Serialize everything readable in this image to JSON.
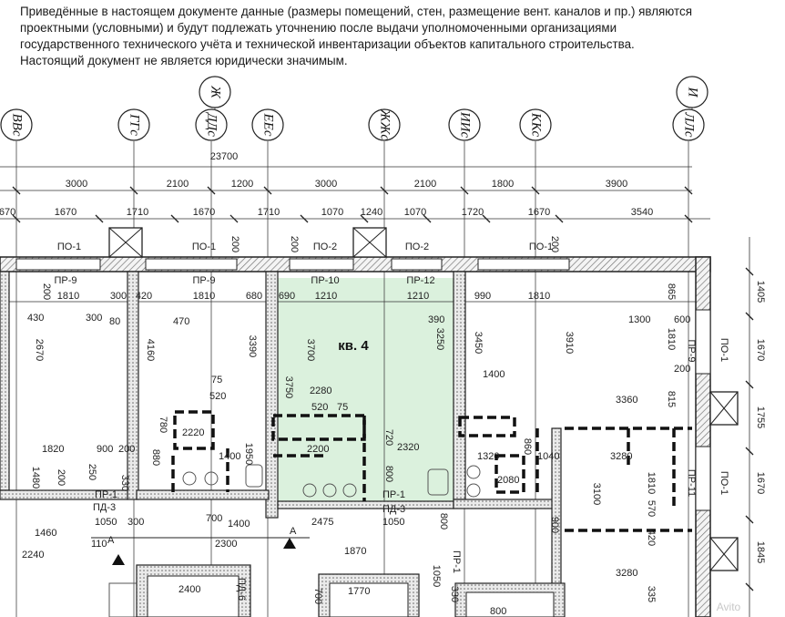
{
  "notice": {
    "lines": [
      "Приведённые в настоящем документе данные (размеры помещений, стен, размещение вент. каналов и пр.) являются",
      "проектными (условными) и будут подлежать уточнению после выдачи уполномоченными организациями",
      "государственного технического учёта и технической инвентаризации объектов капитального строительства.",
      "Настоящий документ не является юридически значимым."
    ]
  },
  "apartment_label": "кв. 4",
  "watermark": "Avito",
  "axes": {
    "top_labels": [
      "ВВс",
      "ГГс",
      "ДДс",
      "ЕЕс",
      "ЖЖс",
      "ИИс",
      "ККс",
      "ЛЛс"
    ],
    "circle_labels": [
      "Ж",
      "И"
    ]
  },
  "dims": {
    "overall": "23700",
    "row1": [
      "3000",
      "2100",
      "1200",
      "3000",
      "2100",
      "1800",
      "3900"
    ],
    "row2": [
      "670",
      "1670",
      "1710",
      "1670",
      "1710",
      "1070",
      "1240",
      "1070",
      "1720",
      "1670",
      "3540"
    ],
    "openings": [
      "ПО-1",
      "ПО-1",
      "ПО-2",
      "ПО-2",
      "ПО-1"
    ],
    "opening_widths": [
      "200",
      "200",
      "200"
    ],
    "lintels": [
      "ПР-9",
      "ПР-9",
      "ПР-10",
      "ПР-12"
    ],
    "row3": [
      "200",
      "1810",
      "300",
      "420",
      "1810",
      "680",
      "690",
      "1210",
      "1210",
      "990",
      "1810",
      "1405"
    ],
    "right_col": [
      "1670",
      "1755",
      "1670",
      "1845"
    ],
    "right_openings": [
      "ПО-1",
      "ПО-1"
    ],
    "right_lintels": [
      "ПР-9",
      "ПР-11"
    ],
    "misc": [
      "430",
      "300",
      "80",
      "470",
      "2670",
      "4160",
      "3390",
      "3700",
      "3750",
      "3250",
      "390",
      "3450",
      "3910",
      "1300",
      "600",
      "1400",
      "865",
      "1810",
      "200",
      "815",
      "3360",
      "75",
      "520",
      "2280",
      "520",
      "75",
      "2220",
      "780",
      "1820",
      "900",
      "200",
      "1400",
      "2200",
      "2320",
      "1320",
      "1040",
      "3280",
      "1950",
      "720",
      "880",
      "800",
      "2080",
      "860",
      "3100",
      "1810",
      "570",
      "420",
      "1480",
      "250",
      "330",
      "200",
      "1050",
      "300",
      "2475",
      "1050",
      "800",
      "1460",
      "110",
      "2300",
      "1400",
      "700",
      "1870",
      "2240",
      "2400",
      "1770",
      "1050",
      "330",
      "800",
      "700",
      "3280",
      "335",
      "900",
      "ПР-1",
      "ПР-1",
      "ПД-3",
      "ПД-3",
      "ПД-6",
      "ПР-1",
      "А",
      "А"
    ]
  }
}
